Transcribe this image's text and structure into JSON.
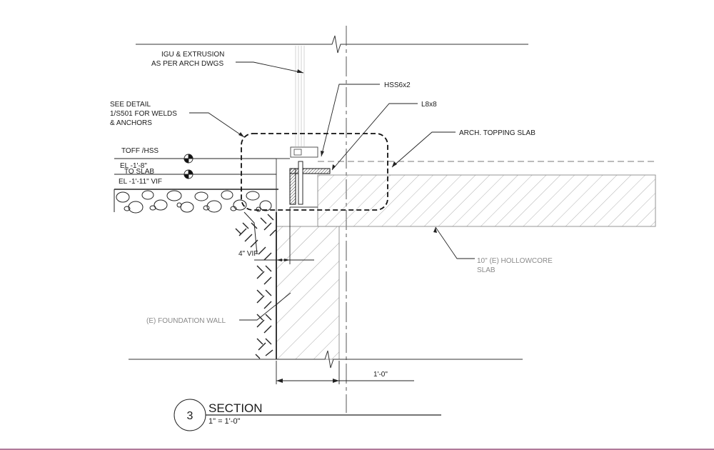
{
  "labels": {
    "igu_line1": "IGU & EXTRUSION",
    "igu_line2": "AS PER ARCH DWGS",
    "see_detail_line1": "SEE DETAIL",
    "see_detail_line2": "1/S501 FOR WELDS",
    "see_detail_line3": "& ANCHORS",
    "hss": "HSS6x2",
    "angle": "L8x8",
    "topping": "ARCH. TOPPING SLAB",
    "toff_line1": "TOFF /HSS",
    "toff_line2": "EL -1'-8\"",
    "slab_line1": "TO SLAB",
    "slab_line2": "EL -1'-11\" VIF",
    "gap_dim": "4\" VIF",
    "hollowcore_line1": "10\" (E) HOLLOWCORE",
    "hollowcore_line2": "SLAB",
    "foundation": "(E) FOUNDATION WALL",
    "wall_dim": "1'-0\""
  },
  "title_block": {
    "number": "3",
    "title": "SECTION",
    "scale": "1\" = 1'-0\""
  }
}
